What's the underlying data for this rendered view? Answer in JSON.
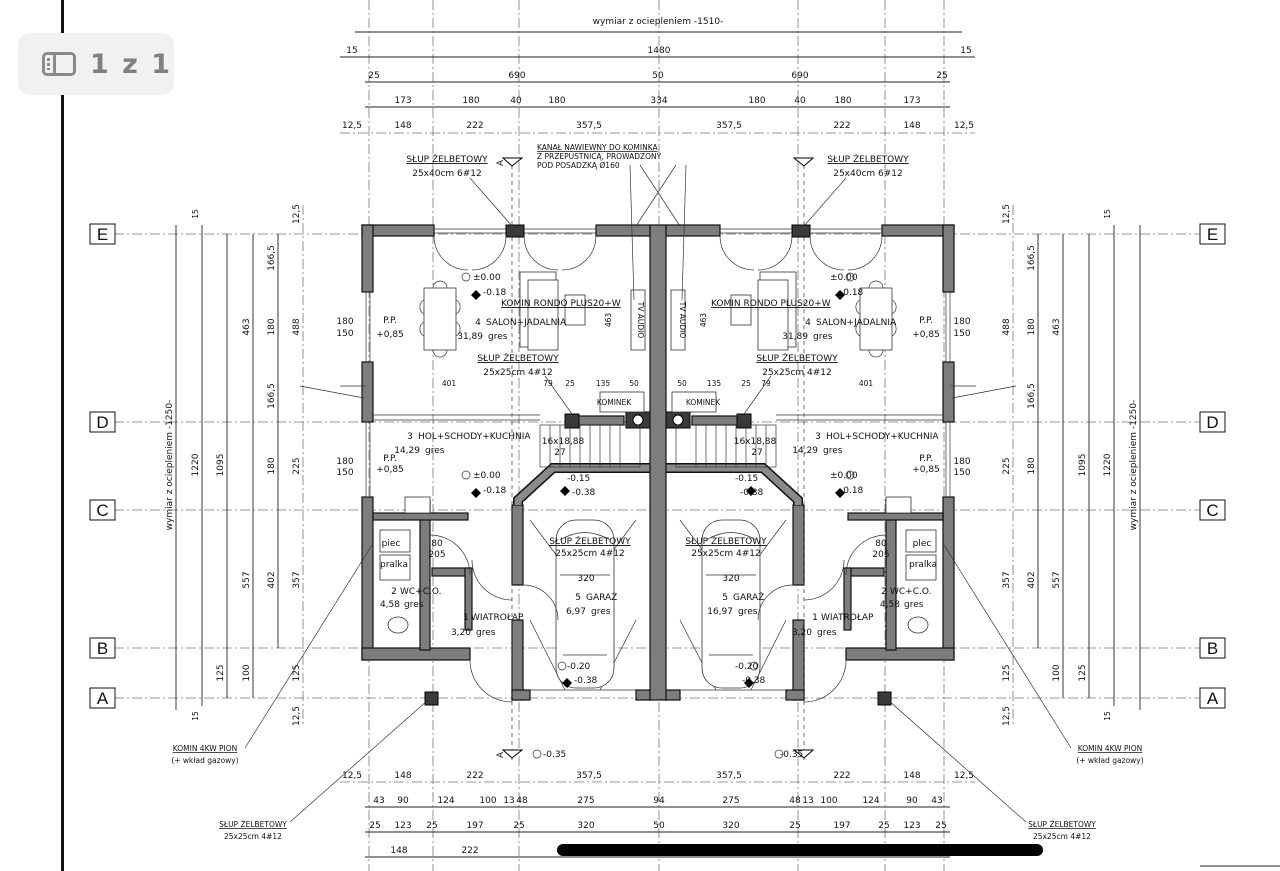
{
  "viewer": {
    "page_indicator": "1 z 1",
    "page_icon": "pages-sidebar-icon"
  },
  "plan": {
    "overall_top": "wymiar z ociepleniem -1510-",
    "top_dims": {
      "r1": [
        "15",
        "1480",
        "15"
      ],
      "r2": [
        "25",
        "690",
        "50",
        "690",
        "25"
      ],
      "r3": [
        "173",
        "180",
        "40",
        "180",
        "334",
        "180",
        "40",
        "180",
        "173"
      ],
      "r4": [
        "12,5",
        "148",
        "222",
        "357,5",
        "357,5",
        "222",
        "148",
        "12,5"
      ]
    },
    "bottom_dims": {
      "r1": [
        "12,5",
        "148",
        "222",
        "357,5",
        "357,5",
        "222",
        "148",
        "12,5"
      ],
      "r2": [
        "43",
        "90",
        "124",
        "100",
        "13",
        "48",
        "275",
        "94",
        "275",
        "48",
        "13",
        "100",
        "124",
        "90",
        "43"
      ],
      "r3": [
        "25",
        "123",
        "25",
        "197",
        "25",
        "320",
        "50",
        "320",
        "25",
        "197",
        "25",
        "123",
        "25"
      ],
      "r4": [
        "148",
        "222"
      ]
    },
    "left_dims": {
      "overall": "wymiar z ociepleniem -1250-",
      "c1": [
        "15",
        "1220",
        "15"
      ],
      "c2": [
        "1095",
        "125"
      ],
      "c3": [
        "463",
        "557",
        "100"
      ],
      "c4": [
        "166,5",
        "180",
        "166,5",
        "180",
        "402"
      ],
      "c5": [
        "12,5",
        "488",
        "225",
        "357",
        "125",
        "12,5"
      ]
    },
    "right_dims": {
      "overall": "wymiar z ociepleniem -1250-",
      "c1": [
        "15",
        "1220",
        "15"
      ],
      "c2": [
        "1095",
        "125"
      ],
      "c3": [
        "463",
        "557",
        "100"
      ],
      "c4": [
        "166,5",
        "180",
        "166,5",
        "180",
        "402"
      ],
      "c5": [
        "12,5",
        "488",
        "225",
        "357",
        "125",
        "12,5"
      ]
    },
    "axes": [
      "E",
      "D",
      "C",
      "B",
      "A"
    ],
    "section_mark": "A",
    "duct_note": [
      "KANAŁ NAWIEWNY DO KOMINKA",
      "Z PRZEPUSTNICĄ, PROWADZONY",
      "POD POSADZKĄ Ø160"
    ],
    "left_house": {
      "col_top": {
        "title": "SŁUP ŻELBETOWY",
        "spec": "25x40cm 6#12"
      },
      "level_salon": [
        "±0.00",
        "-0.18"
      ],
      "fireplace": "KOMIN RONDO PLUS20+W",
      "room4": {
        "no": "4",
        "name": "SALON+JADALNIA",
        "area": "31,89",
        "floor": "gres"
      },
      "tv": "TV AUDIO",
      "dim_463": "463",
      "window1": {
        "w": "180",
        "h": "150",
        "sill_label": "P.P.",
        "sill": "+0,85"
      },
      "col_mid": {
        "title": "SŁUP ŻELBETOWY",
        "spec": "25x25cm 4#12"
      },
      "row_dims": [
        "401",
        "79",
        "25",
        "135",
        "50"
      ],
      "kominek": "KOMINEK",
      "room3": {
        "no": "3",
        "name": "HOL+SCHODY+KUCHNIA",
        "area": "14,29",
        "floor": "gres"
      },
      "stairs": [
        "16x18,88",
        "27"
      ],
      "level_stairs": [
        "-0.15",
        "-0.38"
      ],
      "window2": {
        "w": "180",
        "h": "150",
        "sill_label": "P.P.",
        "sill": "+0,85"
      },
      "level_hall": [
        "±0.00",
        "-0.18"
      ],
      "col_garage": {
        "title": "SŁUP ŻELBETOWY",
        "spec": "25x25cm 4#12"
      },
      "appliances": [
        "piec",
        "pralka"
      ],
      "door_wc": [
        "80",
        "205"
      ],
      "garage_width": "320",
      "room5": {
        "no": "5",
        "name": "GARAŻ",
        "area": "6,97",
        "floor": "gres"
      },
      "room2": {
        "no": "2",
        "name": "WC+C.O.",
        "area": "4,58",
        "floor": "gres"
      },
      "room1": {
        "no": "1",
        "name": "WIATROŁAP",
        "area": "3,20",
        "floor": "gres"
      },
      "level_garage": [
        "-0.20",
        "-0.38"
      ],
      "komin_4kw": [
        "KOMIN 4KW PION",
        "(+ wkład gazowy)"
      ],
      "col_bottom": {
        "title": "SŁUP ŻELBETOWY",
        "spec": "25x25cm 4#12"
      },
      "level_entry": "-0.35"
    },
    "right_house": {
      "col_top": {
        "title": "SŁUP ŻELBETOWY",
        "spec": "25x40cm 6#12"
      },
      "level_salon": [
        "±0.00",
        "-0.18"
      ],
      "fireplace": "KOMIN RONDO PLUS20+W",
      "room4": {
        "no": "4",
        "name": "SALON+JADALNIA",
        "area": "31,89",
        "floor": "gres"
      },
      "tv": "TV AUDIO",
      "dim_463": "463",
      "window1": {
        "w": "180",
        "h": "150",
        "sill_label": "P.P.",
        "sill": "+0,85"
      },
      "col_mid": {
        "title": "SŁUP ŻELBETOWY",
        "spec": "25x25cm 4#12"
      },
      "row_dims": [
        "401",
        "79",
        "25",
        "135",
        "50"
      ],
      "kominek": "KOMINEK",
      "room3": {
        "no": "3",
        "name": "HOL+SCHODY+KUCHNIA",
        "area": "14,29",
        "floor": "gres"
      },
      "stairs": [
        "16x18,88",
        "27"
      ],
      "level_stairs": [
        "-0.15",
        "-0.38"
      ],
      "window2": {
        "w": "180",
        "h": "150",
        "sill_label": "P.P.",
        "sill": "+0,85"
      },
      "level_hall": [
        "±0.00",
        "-0.18"
      ],
      "col_garage": {
        "title": "SŁUP ŻELBETOWY",
        "spec": "25x25cm 4#12"
      },
      "appliances": [
        "plec",
        "pralka"
      ],
      "door_wc": [
        "80",
        "205"
      ],
      "garage_width": "320",
      "room5": {
        "no": "5",
        "name": "GARAŻ",
        "area": "16,97",
        "floor": "gres"
      },
      "room2": {
        "no": "2",
        "name": "WC+C.O.",
        "area": "4,58",
        "floor": "gres"
      },
      "room1": {
        "no": "1",
        "name": "WIATROŁAP",
        "area": "3,20",
        "floor": "gres"
      },
      "level_garage": [
        "-0.20",
        "-0.38"
      ],
      "komin_4kw": [
        "KOMIN 4KW PION",
        "(+ wkład gazowy)"
      ],
      "col_bottom": {
        "title": "SŁUP ŻELBETOWY",
        "spec": "25x25cm 4#12"
      },
      "level_entry": "-0.35"
    }
  }
}
